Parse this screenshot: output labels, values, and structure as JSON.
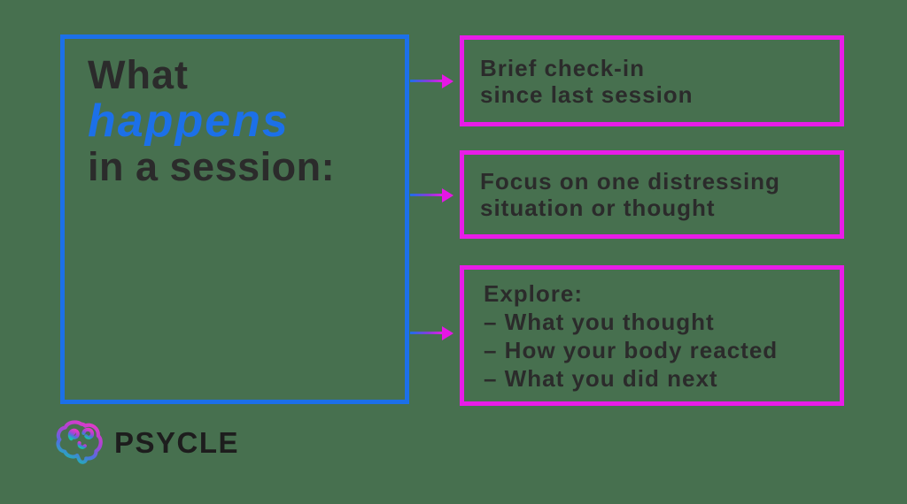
{
  "colors": {
    "background": "#47704F",
    "blue_accent": "#1C70E9",
    "magenta_accent": "#E81CE8",
    "teal_logo": "#17C0AE",
    "text_dark": "#2B2B2B"
  },
  "main_box": {
    "title_line1": "What",
    "title_line2": "happens",
    "title_line3": "in a session:"
  },
  "flow_boxes": [
    {
      "lines": [
        "Brief check-in",
        "since last session"
      ]
    },
    {
      "lines": [
        "Focus on one distressing",
        "situation or thought"
      ]
    },
    {
      "lines": [
        "Explore:",
        "– What you thought",
        "– How your body reacted",
        "– What you did next"
      ]
    }
  ],
  "logo": {
    "text": "PSYCLE",
    "icon": "brain-gradient-icon"
  }
}
